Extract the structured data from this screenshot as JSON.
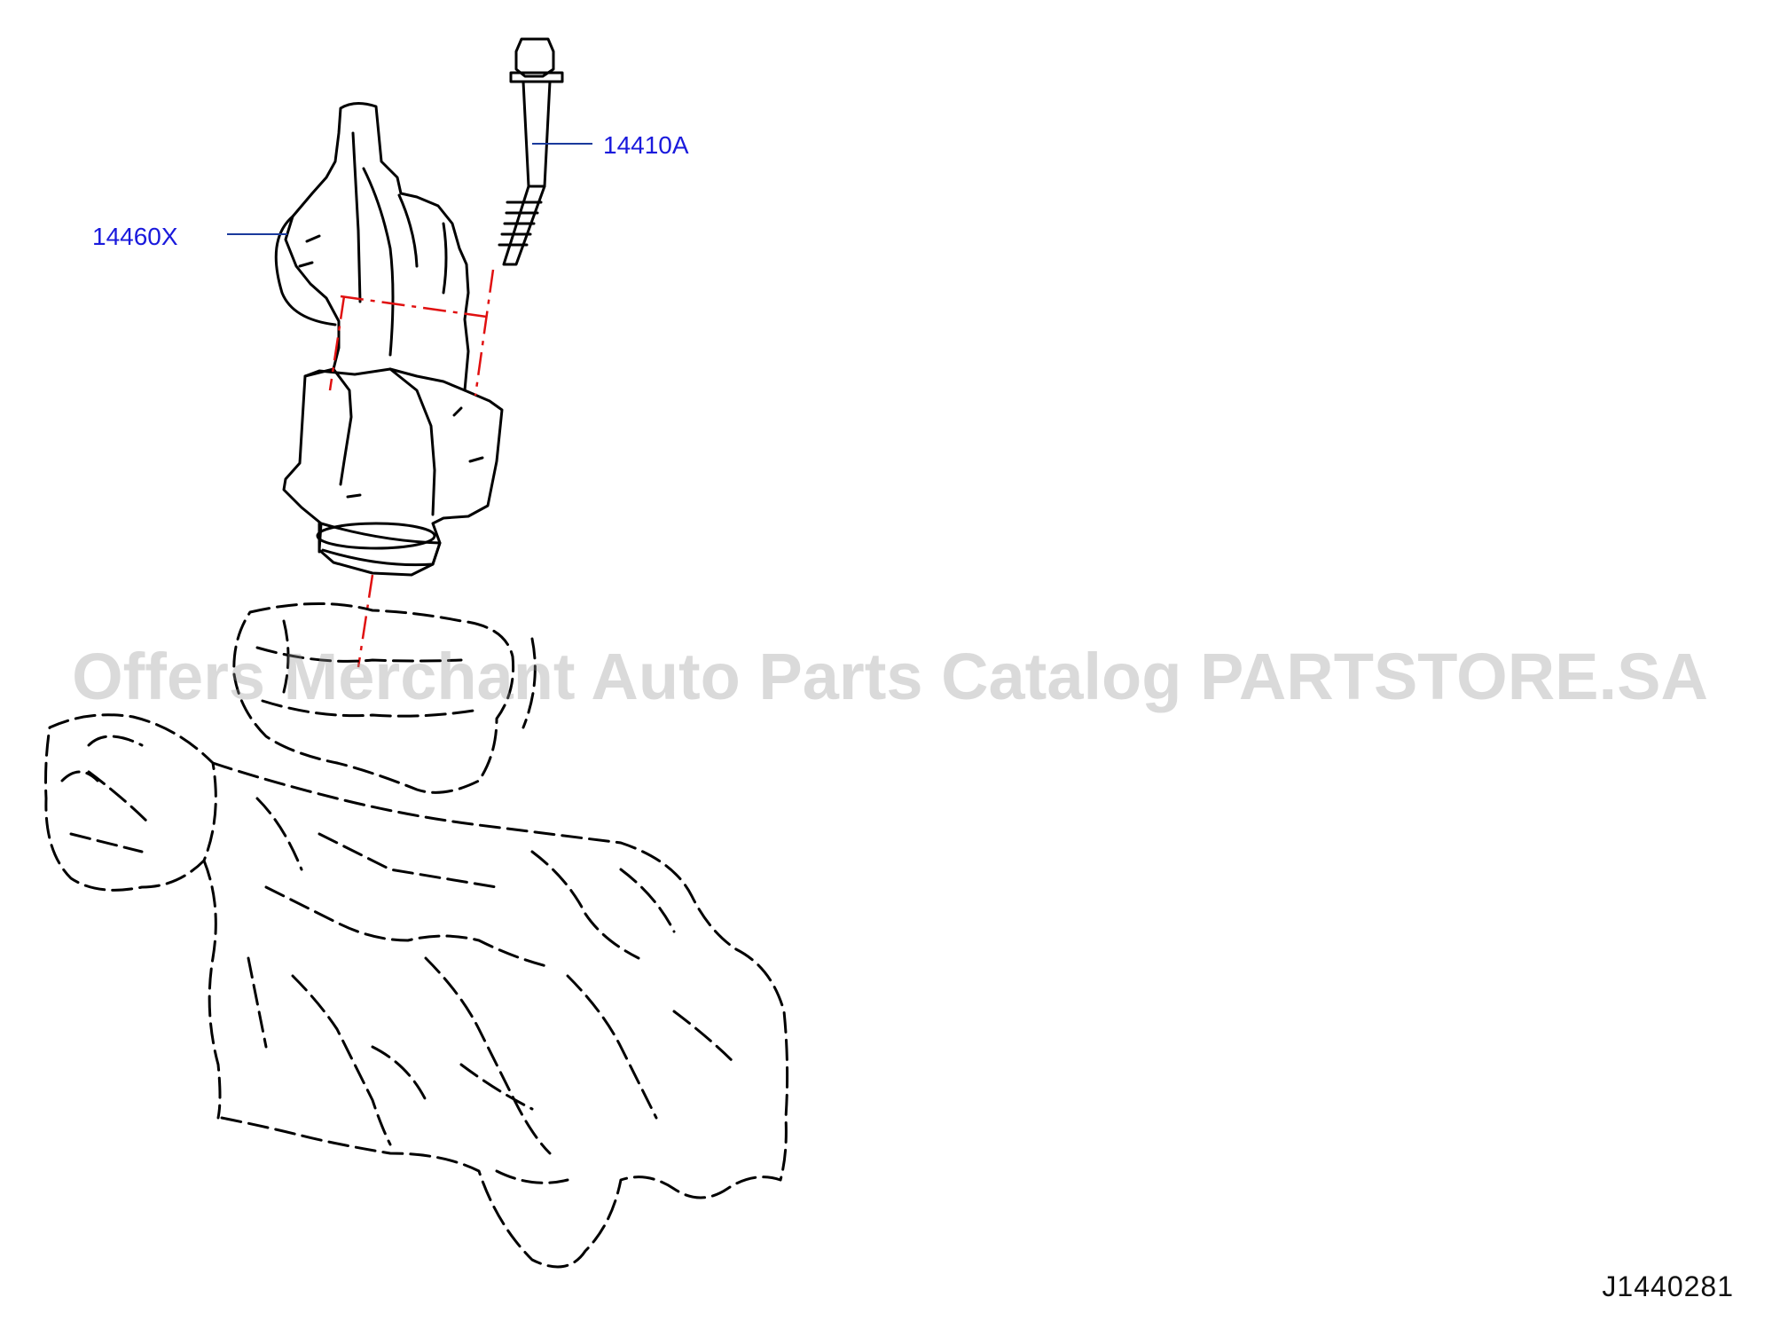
{
  "callouts": [
    {
      "part_number": "14410A"
    },
    {
      "part_number": "14460X"
    }
  ],
  "diagram_code": "J1440281",
  "watermark": "Offers Merchant Auto Parts Catalog PARTSTORE.SA",
  "colors": {
    "callout_text": "#1a1adc",
    "leader_line": "#1a3a9c",
    "center_line": "#e01010",
    "drawing": "#000000",
    "watermark": "#969696"
  }
}
